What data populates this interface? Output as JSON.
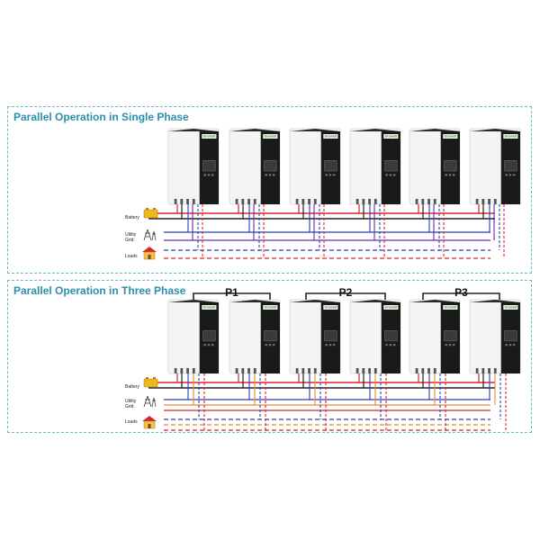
{
  "panels": {
    "single": {
      "title": "Parallel Operation in Single Phase"
    },
    "three": {
      "title": "Parallel Operation in Three Phase"
    }
  },
  "labels": {
    "battery": "Battery",
    "utility": "Utility",
    "grid": "Grid",
    "loads": "Loads",
    "brand": "Growatt"
  },
  "groups": [
    "P1",
    "P2",
    "P3"
  ],
  "colors": {
    "battery_pos": "#d9262b",
    "battery_neg": "#222222",
    "grid": "#2a3db8",
    "grid_neutral": "#6a2aa8",
    "phase2": "#e88a2c",
    "load_dash_blue": "#2a3db8",
    "load_dash_red": "#d9262b",
    "load_dash_orange": "#e88a2c",
    "title": "#2b8fae",
    "border": "#6fb8c8"
  }
}
